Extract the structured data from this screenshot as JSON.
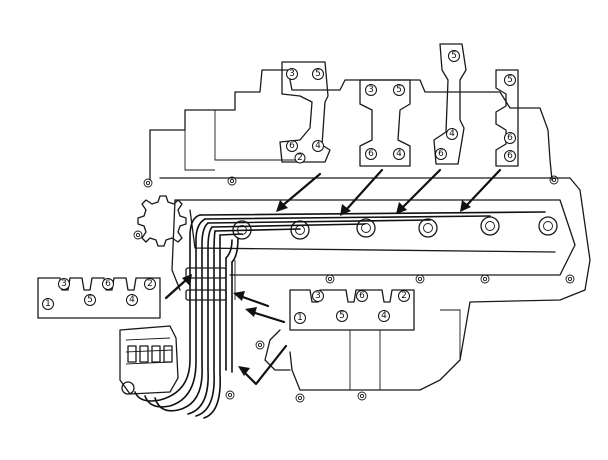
{
  "diagram": {
    "subject": "engine-spark-plug-wire-routing",
    "clip_brackets": [
      {
        "id": "clip-a",
        "numbers": [
          "3",
          "5",
          "6",
          "4",
          "2"
        ]
      },
      {
        "id": "clip-b",
        "numbers": [
          "3",
          "5",
          "6",
          "4"
        ]
      },
      {
        "id": "clip-c",
        "numbers": [
          "5",
          "4",
          "6"
        ]
      },
      {
        "id": "clip-d",
        "numbers": [
          "5",
          "6",
          "6"
        ]
      }
    ],
    "separator_left": {
      "top": [
        "3",
        "6",
        "2"
      ],
      "bottom": [
        "1",
        "5",
        "4"
      ]
    },
    "separator_right": {
      "top": [
        "3",
        "6",
        "2"
      ],
      "bottom": [
        "1",
        "5",
        "4"
      ]
    }
  }
}
